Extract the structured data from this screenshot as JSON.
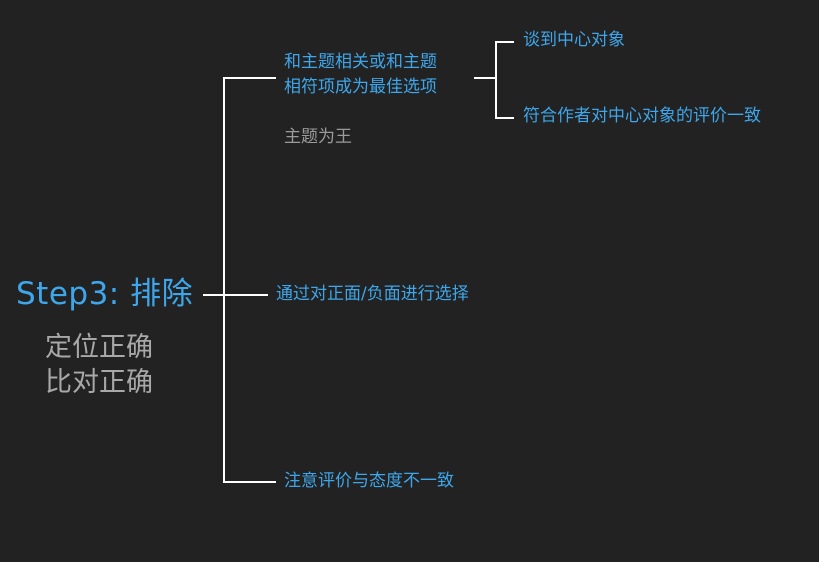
{
  "diagram": {
    "root": {
      "title": "Step3: 排除",
      "lines": [
        "定位正确",
        "比对正确"
      ]
    },
    "branches": [
      {
        "lines": [
          "和主题相关或和主题",
          "相符项成为最佳选项"
        ],
        "note": "主题为王",
        "children": [
          "谈到中心对象",
          "符合作者对中心对象的评价一致"
        ]
      },
      {
        "lines": [
          "通过对正面/负面进行选择"
        ]
      },
      {
        "lines": [
          "注意评价与态度不一致"
        ]
      }
    ],
    "colors": {
      "accent": "#3ea6ea",
      "secondary_text": "#a8a8a8",
      "connector": "#ffffff",
      "background": "#222222"
    }
  }
}
